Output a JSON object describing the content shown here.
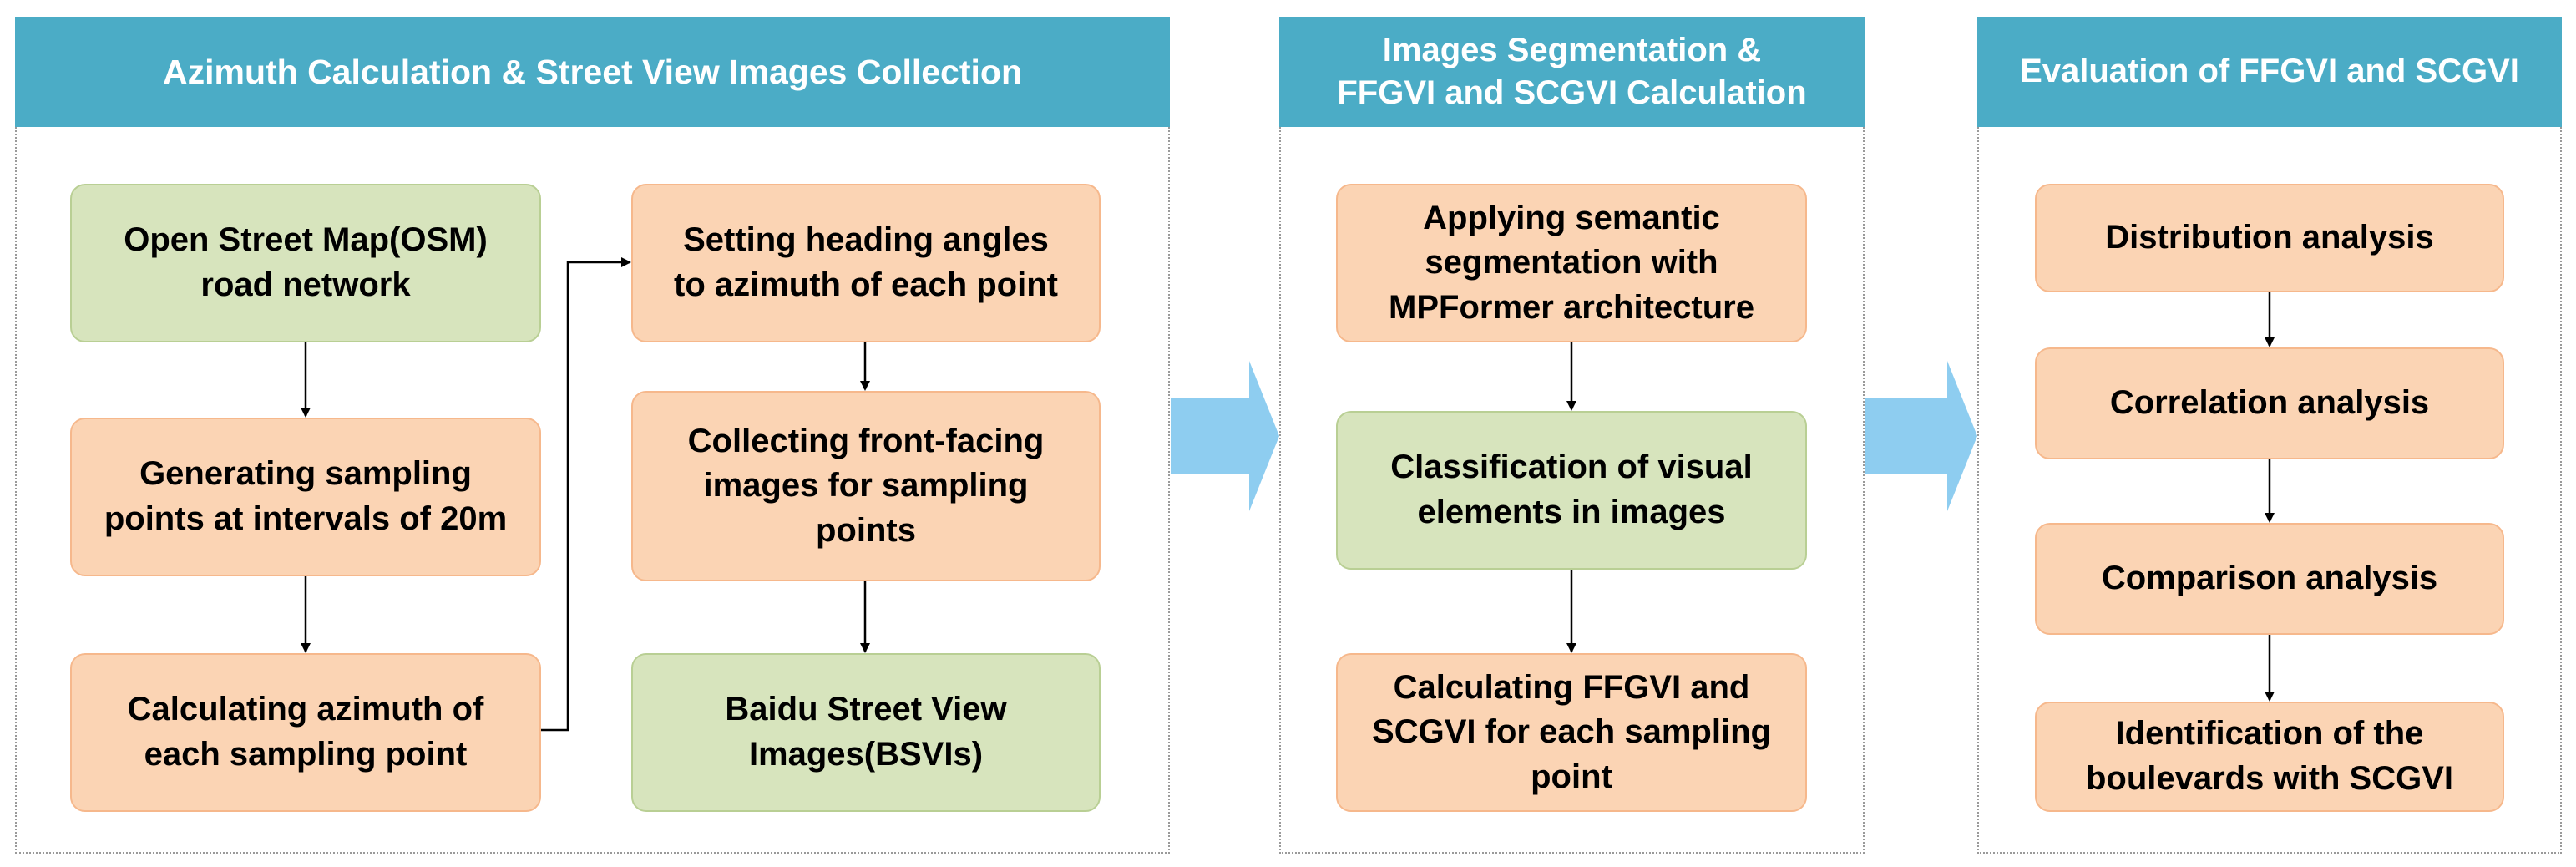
{
  "panels": {
    "collection": {
      "title": "Azimuth Calculation & Street View Images Collection",
      "boxes": {
        "osm": "Open Street Map(OSM)\nroad network",
        "sampling": "Generating sampling\npoints at intervals of 20m",
        "azimuth": "Calculating azimuth of\neach sampling point",
        "heading": "Setting heading angles\nto azimuth of each point",
        "collecting": "Collecting front-facing\nimages for sampling\npoints",
        "bsvi": "Baidu Street View\nImages(BSVIs)"
      }
    },
    "segmentation": {
      "title": "Images Segmentation &\nFFGVI and SCGVI Calculation",
      "boxes": {
        "semantic": "Applying semantic\nsegmentation with\nMPFormer architecture",
        "classification": "Classification of visual\nelements in images",
        "calculating": "Calculating FFGVI and\nSCGVI for each sampling\npoint"
      }
    },
    "evaluation": {
      "title": "Evaluation of FFGVI and SCGVI",
      "boxes": {
        "distribution": "Distribution analysis",
        "correlation": "Correlation analysis",
        "comparison": "Comparison analysis",
        "identification": "Identification of the\nboulevards with SCGVI"
      }
    }
  },
  "colors": {
    "header": "#4bacc6",
    "orange_box": "#fbd4b4",
    "green_box": "#d7e4bd",
    "flow_arrow": "#8ecdf0"
  }
}
